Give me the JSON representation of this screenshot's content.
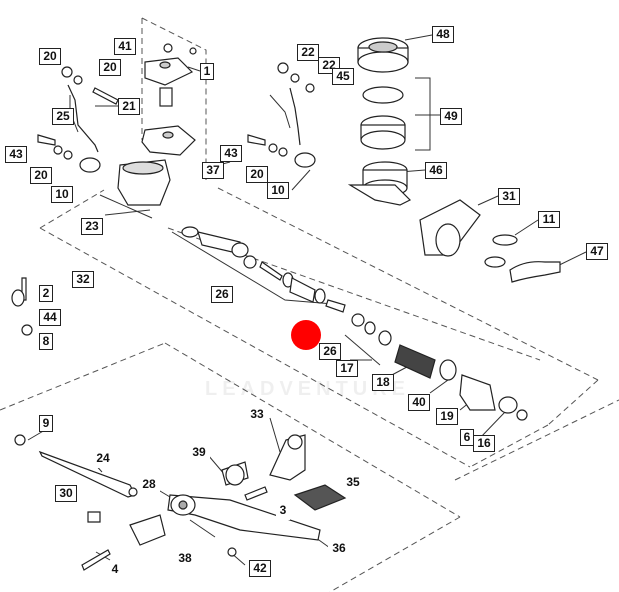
{
  "watermark": "LEADVENTURE",
  "accent_color": "#ff0000",
  "callouts": [
    "48",
    "41",
    "1",
    "20",
    "20",
    "22",
    "22",
    "45",
    "21",
    "25",
    "49",
    "43",
    "37",
    "43",
    "20",
    "10",
    "20",
    "10",
    "46",
    "23",
    "31",
    "11",
    "47",
    "32",
    "2",
    "44",
    "8",
    "26",
    "26",
    "17",
    "18",
    "40",
    "19",
    "9",
    "6",
    "16",
    "33",
    "24",
    "39",
    "35",
    "30",
    "28",
    "3",
    "38",
    "36",
    "4",
    "42"
  ],
  "hotspot": {
    "icon": "red-dot-marker"
  }
}
